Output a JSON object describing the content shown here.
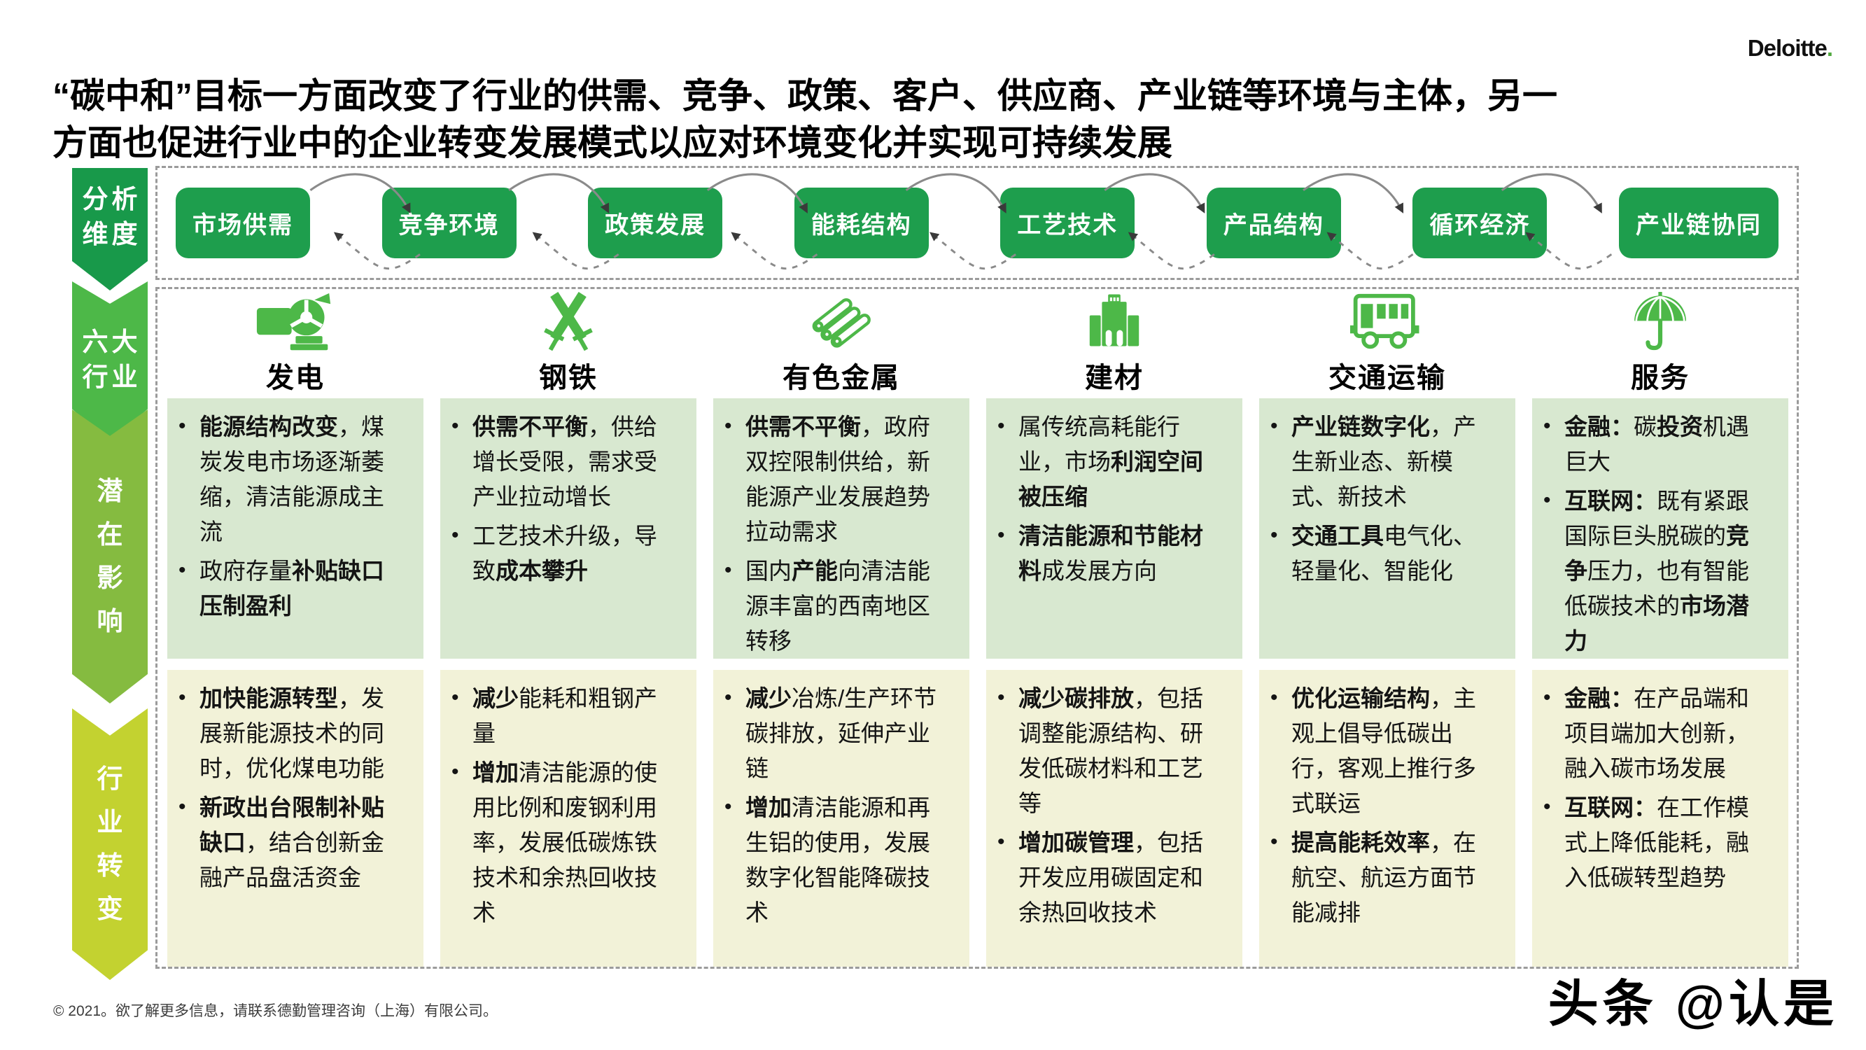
{
  "brand": {
    "name": "Deloitte",
    "dot": "."
  },
  "title": {
    "line1": "“碳中和”目标一方面改变了行业的供需、竞争、政策、客户、供应商、产业链等环境与主体，另一",
    "line2": "方面也促进行业中的企业转变发展模式以应对环境变化并实现可持续发展"
  },
  "analysis_dimensions": {
    "label_line1": "分析",
    "label_line2": "维度",
    "items": [
      "市场供需",
      "竞争环境",
      "政策发展",
      "能耗结构",
      "工艺技术",
      "产品结构",
      "循环经济",
      "产业链协同"
    ]
  },
  "industries": {
    "label_line1": "六大",
    "label_line2": "行业",
    "items": [
      {
        "name": "发电",
        "icon": "generator-icon"
      },
      {
        "name": "钢铁",
        "icon": "crossed-swords-icon"
      },
      {
        "name": "有色金属",
        "icon": "metal-pipes-icon"
      },
      {
        "name": "建材",
        "icon": "building-icon"
      },
      {
        "name": "交通运输",
        "icon": "bus-icon"
      },
      {
        "name": "服务",
        "icon": "umbrella-icon"
      }
    ]
  },
  "potential_impact": {
    "label": "潜在影响",
    "columns": [
      {
        "industry": "发电",
        "bullets": [
          [
            {
              "text": "能源结构改变",
              "bold": true
            },
            {
              "text": "，煤炭发电市场逐渐萎缩，清洁能源成主流",
              "bold": false
            }
          ],
          [
            {
              "text": "政府存量",
              "bold": false
            },
            {
              "text": "补贴缺口压制盈利",
              "bold": true
            }
          ]
        ]
      },
      {
        "industry": "钢铁",
        "bullets": [
          [
            {
              "text": "供需不平衡",
              "bold": true
            },
            {
              "text": "，供给增长受限，需求受产业拉动增长",
              "bold": false
            }
          ],
          [
            {
              "text": "工艺技术升级，导致",
              "bold": false
            },
            {
              "text": "成本攀升",
              "bold": true
            }
          ]
        ]
      },
      {
        "industry": "有色金属",
        "bullets": [
          [
            {
              "text": "供需不平衡",
              "bold": true
            },
            {
              "text": "，政府双控限制供给，新能源产业发展趋势拉动需求",
              "bold": false
            }
          ],
          [
            {
              "text": "国内",
              "bold": false
            },
            {
              "text": "产能",
              "bold": true
            },
            {
              "text": "向清洁能源丰富的西南地区转移",
              "bold": false
            }
          ]
        ]
      },
      {
        "industry": "建材",
        "bullets": [
          [
            {
              "text": "属传统高耗能行业，市场",
              "bold": false
            },
            {
              "text": "利润空间被压缩",
              "bold": true
            }
          ],
          [
            {
              "text": "清洁能源和节能材料",
              "bold": true
            },
            {
              "text": "成发展方向",
              "bold": false
            }
          ]
        ]
      },
      {
        "industry": "交通运输",
        "bullets": [
          [
            {
              "text": "产业链数字化",
              "bold": true
            },
            {
              "text": "，产生新业态、新模式、新技术",
              "bold": false
            }
          ],
          [
            {
              "text": "交通工具",
              "bold": true
            },
            {
              "text": "电气化、轻量化、智能化",
              "bold": false
            }
          ]
        ]
      },
      {
        "industry": "服务",
        "bullets": [
          [
            {
              "text": "金融：",
              "bold": true
            },
            {
              "text": "碳",
              "bold": false
            },
            {
              "text": "投资",
              "bold": true
            },
            {
              "text": "机遇巨大",
              "bold": false
            }
          ],
          [
            {
              "text": "互联网：",
              "bold": true
            },
            {
              "text": "既有紧跟国际巨头脱碳的",
              "bold": false
            },
            {
              "text": "竞争",
              "bold": true
            },
            {
              "text": "压力，也有智能低碳技术的",
              "bold": false
            },
            {
              "text": "市场潜力",
              "bold": true
            }
          ]
        ]
      }
    ]
  },
  "industry_transformation": {
    "label": "行业转变",
    "columns": [
      {
        "industry": "发电",
        "bullets": [
          [
            {
              "text": "加快能源转型",
              "bold": true
            },
            {
              "text": "，发展新能源技术的同时，优化煤电功能",
              "bold": false
            }
          ],
          [
            {
              "text": "新政出台限制补贴缺口",
              "bold": true
            },
            {
              "text": "，结合创新金融产品盘活资金",
              "bold": false
            }
          ]
        ]
      },
      {
        "industry": "钢铁",
        "bullets": [
          [
            {
              "text": "减少",
              "bold": true
            },
            {
              "text": "能耗和粗钢产量",
              "bold": false
            }
          ],
          [
            {
              "text": "增加",
              "bold": true
            },
            {
              "text": "清洁能源的使用比例和废钢利用率，发展低碳炼铁技术和余热回收技术",
              "bold": false
            }
          ]
        ]
      },
      {
        "industry": "有色金属",
        "bullets": [
          [
            {
              "text": "减少",
              "bold": true
            },
            {
              "text": "冶炼/生产环节碳排放，延伸产业链",
              "bold": false
            }
          ],
          [
            {
              "text": "增加",
              "bold": true
            },
            {
              "text": "清洁能源和再生铝的使用，发展数字化智能降碳技术",
              "bold": false
            }
          ]
        ]
      },
      {
        "industry": "建材",
        "bullets": [
          [
            {
              "text": "减少碳排放",
              "bold": true
            },
            {
              "text": "，包括调整能源结构、研发低碳材料和工艺等",
              "bold": false
            }
          ],
          [
            {
              "text": "增加碳管理",
              "bold": true
            },
            {
              "text": "，包括开发应用碳固定和余热回收技术",
              "bold": false
            }
          ]
        ]
      },
      {
        "industry": "交通运输",
        "bullets": [
          [
            {
              "text": "优化运输结构",
              "bold": true
            },
            {
              "text": "，主观上倡导低碳出行，客观上推行多式联运",
              "bold": false
            }
          ],
          [
            {
              "text": "提高能耗效率",
              "bold": true
            },
            {
              "text": "，在航空、航运方面节能减排",
              "bold": false
            }
          ]
        ]
      },
      {
        "industry": "服务",
        "bullets": [
          [
            {
              "text": "金融：",
              "bold": true
            },
            {
              "text": "在产品端和项目端加大创新，融入碳市场发展",
              "bold": false
            }
          ],
          [
            {
              "text": "互联网：",
              "bold": true
            },
            {
              "text": "在工作模式上降低能耗，融入低碳转型趋势",
              "bold": false
            }
          ]
        ]
      }
    ]
  },
  "footer": {
    "copyright": "© 2021。欲了解更多信息，请联系德勤管理咨询（上海）有限公司。"
  },
  "watermark": {
    "text": "头条 @认是"
  },
  "colors": {
    "pill_green": "#1E9E4D",
    "dimensions_ribbon_green": "#18994A",
    "industries_ribbon_green": "#4DB848",
    "impact_ribbon_green": "#85BB40",
    "transform_ribbon_yellow": "#C3D230",
    "impact_card_bg": "#D8E8D0",
    "transform_card_bg": "#F2F2D8",
    "logo_dot_green": "#4FA83D"
  }
}
